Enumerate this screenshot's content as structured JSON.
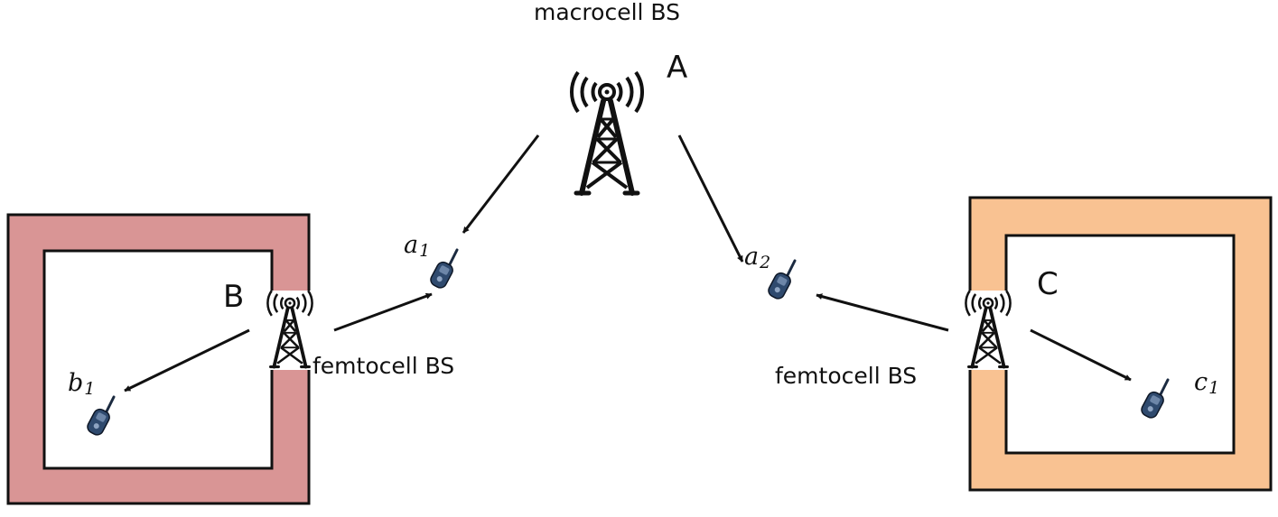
{
  "labels": {
    "macro_caption": "macrocell BS",
    "macro_letter": "A",
    "femto_b_letter": "B",
    "femto_c_letter": "C",
    "femto_b_caption": "femtocell BS",
    "femto_c_caption": "femtocell BS"
  },
  "users": {
    "a1": {
      "base": "a",
      "sub": "1"
    },
    "a2": {
      "base": "a",
      "sub": "2"
    },
    "b1": {
      "base": "b",
      "sub": "1"
    },
    "c1": {
      "base": "c",
      "sub": "1"
    }
  },
  "colors": {
    "building_b": "#d99595",
    "building_c": "#f9c292",
    "ink": "#111111",
    "handset": "#2f4a6e"
  },
  "icons": {
    "tower": "radio-tower-icon",
    "handset": "mobile-handset-icon"
  }
}
